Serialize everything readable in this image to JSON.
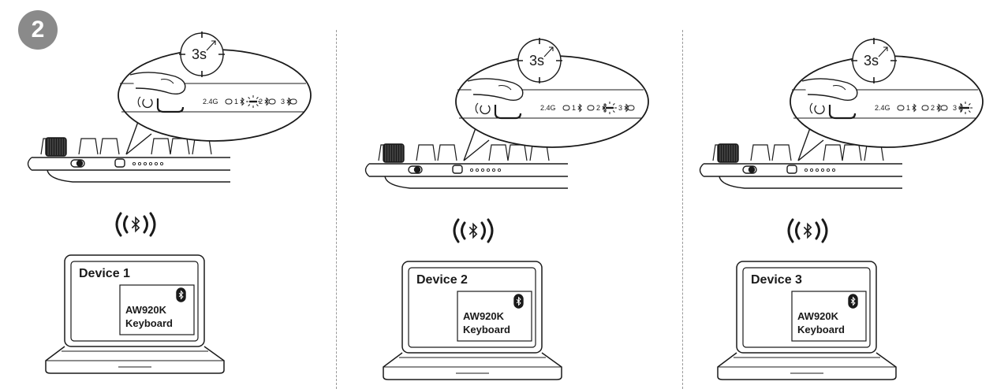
{
  "step": {
    "number": "2"
  },
  "timer_label": "3s",
  "indicators": {
    "mode_24g": "2.4G",
    "ch1": "1",
    "ch2": "2",
    "ch3": "3"
  },
  "devices": [
    {
      "name": "Device 1",
      "product_line1": "AW920K",
      "product_line2": "Keyboard",
      "active_channel": 1
    },
    {
      "name": "Device 2",
      "product_line1": "AW920K",
      "product_line2": "Keyboard",
      "active_channel": 2
    },
    {
      "name": "Device 3",
      "product_line1": "AW920K",
      "product_line2": "Keyboard",
      "active_channel": 3
    }
  ],
  "icons": {
    "step_badge": "numbered-circle",
    "timer": "stopwatch-icon",
    "wireless": "bluetooth-signal-icon",
    "bluetooth": "bluetooth-icon",
    "finger": "finger-press-icon"
  },
  "colors": {
    "badge": "#8a8a8a",
    "line": "#1a1a1a",
    "divider": "#9a9a9a"
  }
}
